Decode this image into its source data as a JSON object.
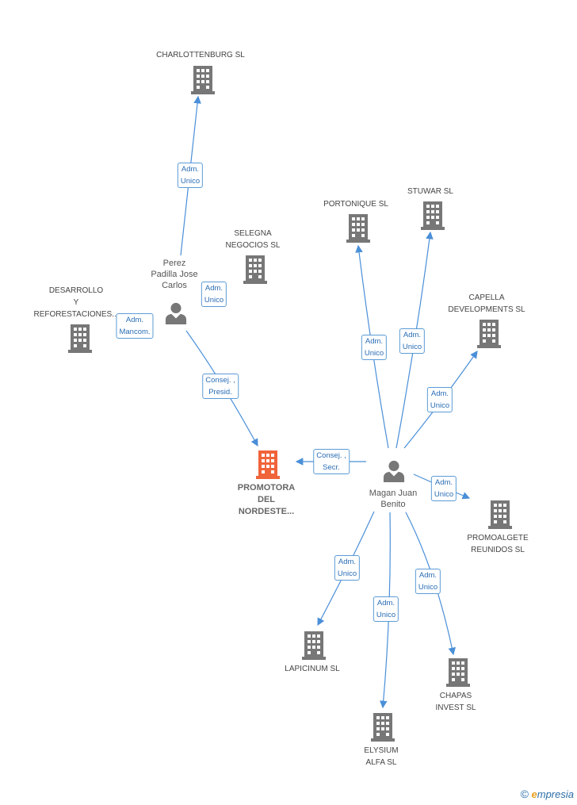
{
  "nodes": {
    "charlottenburg": {
      "label": "CHARLOTTENBURG SL"
    },
    "selegna": {
      "label": "SELEGNA\nNEGOCIOS SL"
    },
    "desarrollo": {
      "label": "DESARROLLO\nY\nREFORESTACIONES..."
    },
    "perez": {
      "label": "Perez\nPadilla Jose\nCarlos"
    },
    "promotora": {
      "label": "PROMOTORA\nDEL\nNORDESTE..."
    },
    "portonique": {
      "label": "PORTONIQUE SL"
    },
    "stuwar": {
      "label": "STUWAR SL"
    },
    "capella": {
      "label": "CAPELLA\nDEVELOPMENTS SL"
    },
    "magan": {
      "label": "Magan Juan\nBenito"
    },
    "promoalgete": {
      "label": "PROMOALGETE\nREUNIDOS SL"
    },
    "lapicinum": {
      "label": "LAPICINUM SL"
    },
    "chapas": {
      "label": "CHAPAS\nINVEST SL"
    },
    "elysium": {
      "label": "ELYSIUM\nALFA  SL"
    }
  },
  "edges": {
    "perez_charlottenburg": "Adm.\nUnico",
    "perez_selegna": "Adm.\nUnico",
    "perez_desarrollo": "Adm.\nMancom.",
    "perez_promotora": "Consej. ,\nPresid.",
    "magan_promotora": "Consej. ,\nSecr.",
    "magan_portonique": "Adm.\nUnico",
    "magan_stuwar": "Adm.\nUnico",
    "magan_capella": "Adm.\nUnico",
    "magan_promoalgete": "Adm.\nUnico",
    "magan_lapicinum": "Adm.\nUnico",
    "magan_elysium": "Adm.\nUnico",
    "magan_chapas": "Adm.\nUnico"
  },
  "brand": {
    "copyright": "©",
    "e": "e",
    "rest": "mpresia"
  },
  "colors": {
    "edge": "#4a8fd8",
    "company": "#777777",
    "focus": "#f0643a",
    "person": "#777777"
  }
}
